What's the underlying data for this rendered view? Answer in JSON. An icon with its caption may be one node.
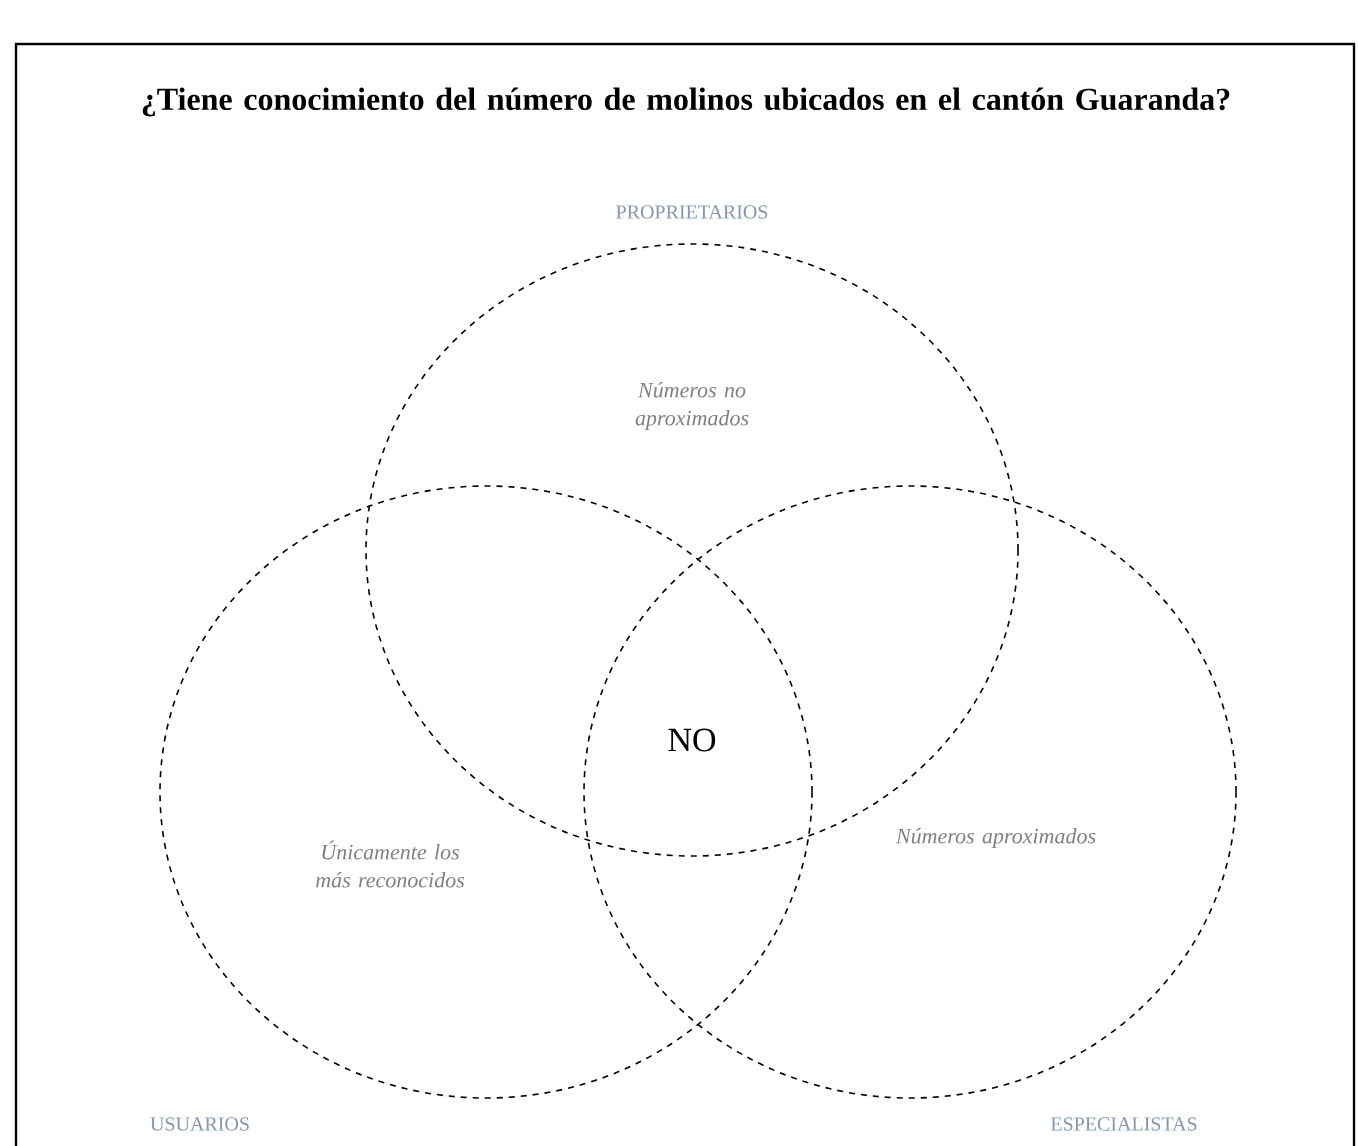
{
  "diagram": {
    "title": "¿Tiene conocimiento del número de molinos ubicados en el cantón Guaranda?",
    "nodes": [
      {
        "text": [
          "Números no aproximados"
        ],
        "beside": [
          "PROPRIETARIOS"
        ]
      },
      {
        "text": [
          "Únicamente los más reconocidos"
        ],
        "beside": [
          "USUARIOS"
        ]
      },
      {
        "text": [
          "Números aproximados"
        ],
        "beside": [
          "ESPECIALISTAS"
        ]
      }
    ],
    "labels": [
      "NO"
    ]
  }
}
